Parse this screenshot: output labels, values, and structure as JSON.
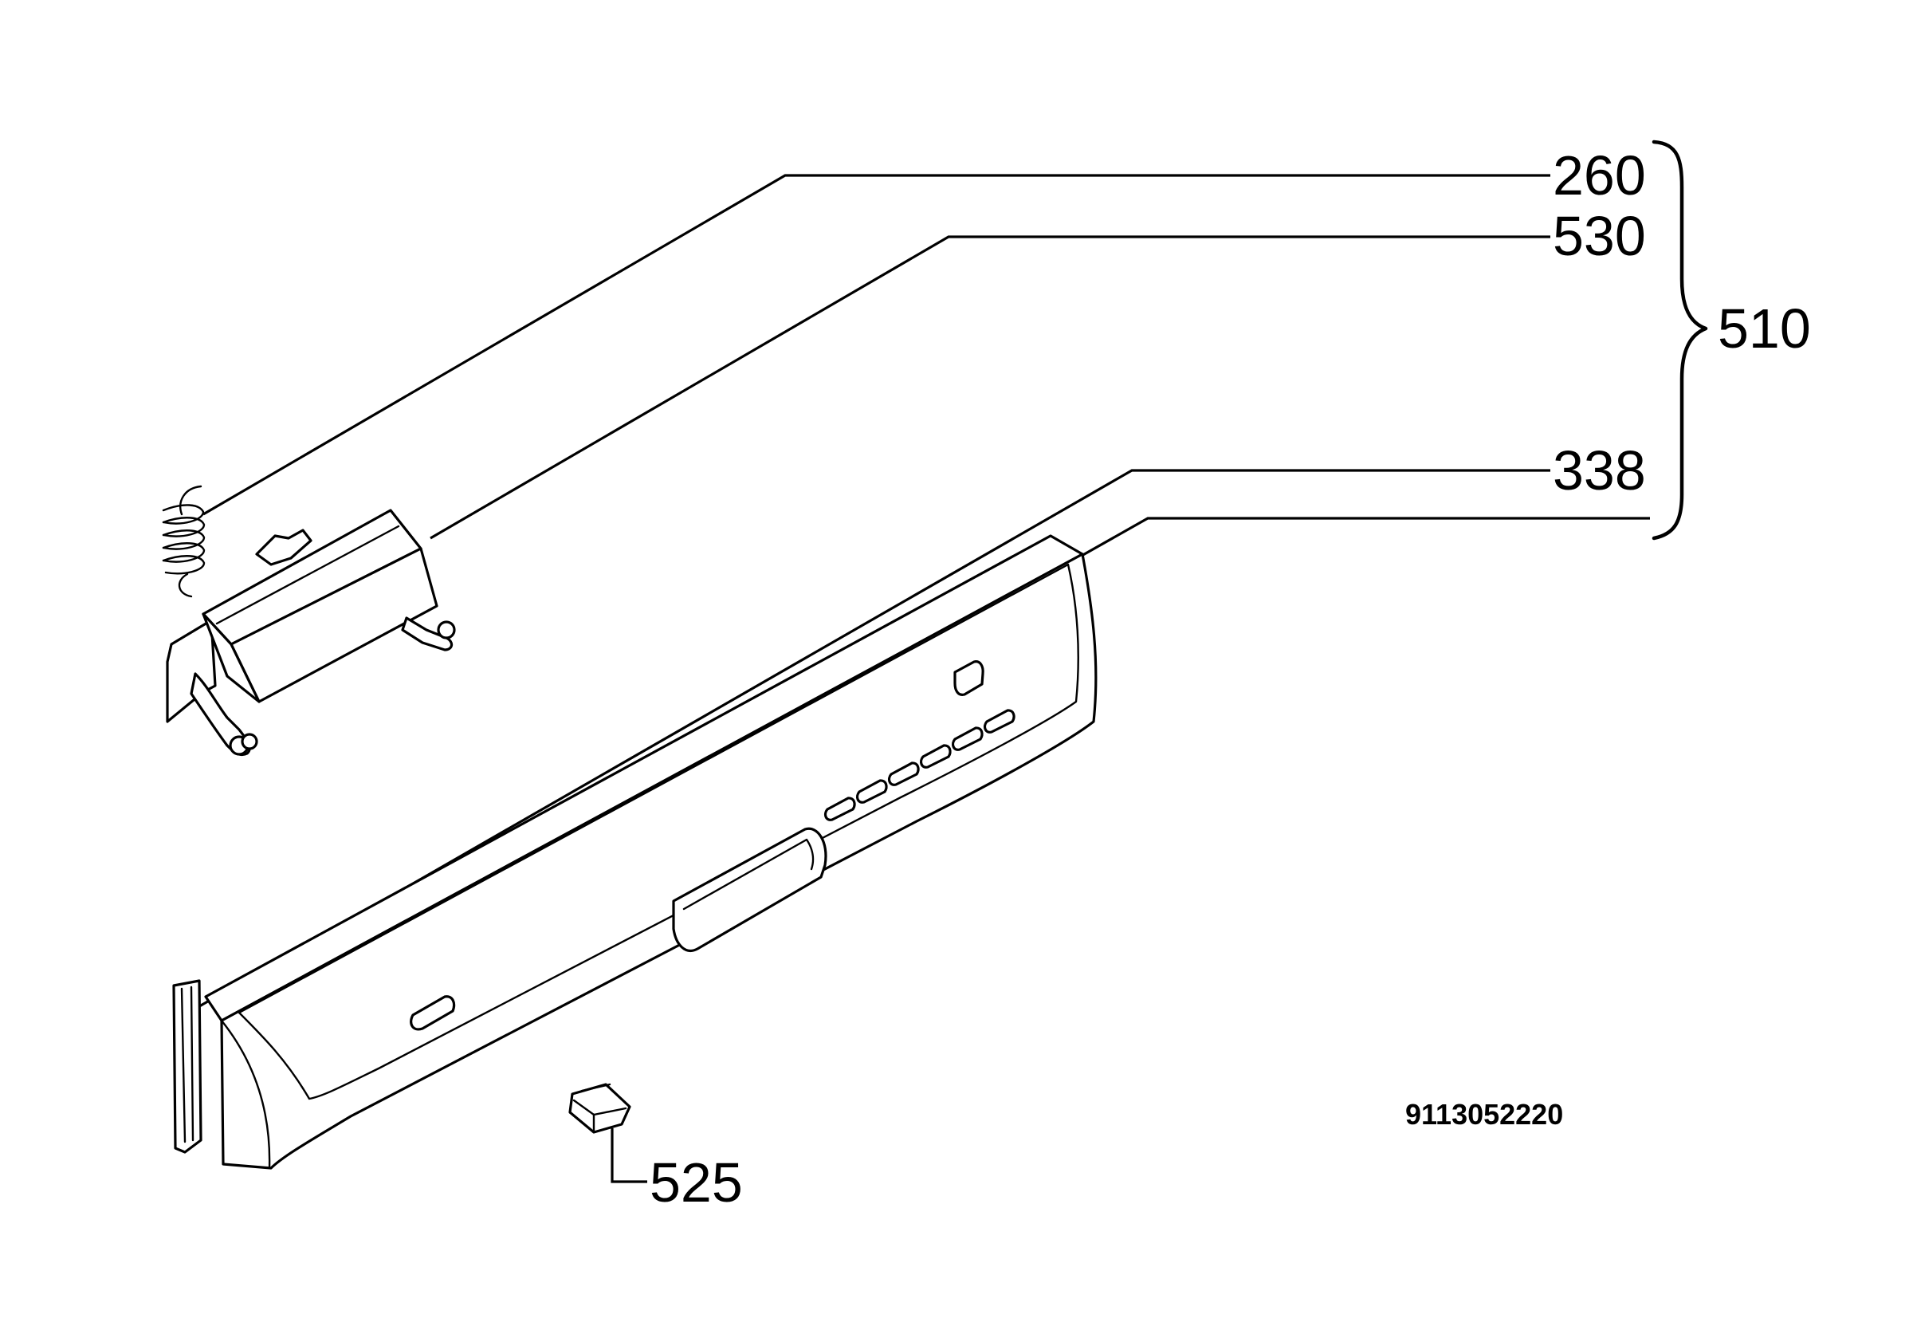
{
  "callouts": {
    "c260": "260",
    "c530": "530",
    "c338": "338",
    "c510": "510",
    "c525": "525"
  },
  "document_number": "9113052220"
}
